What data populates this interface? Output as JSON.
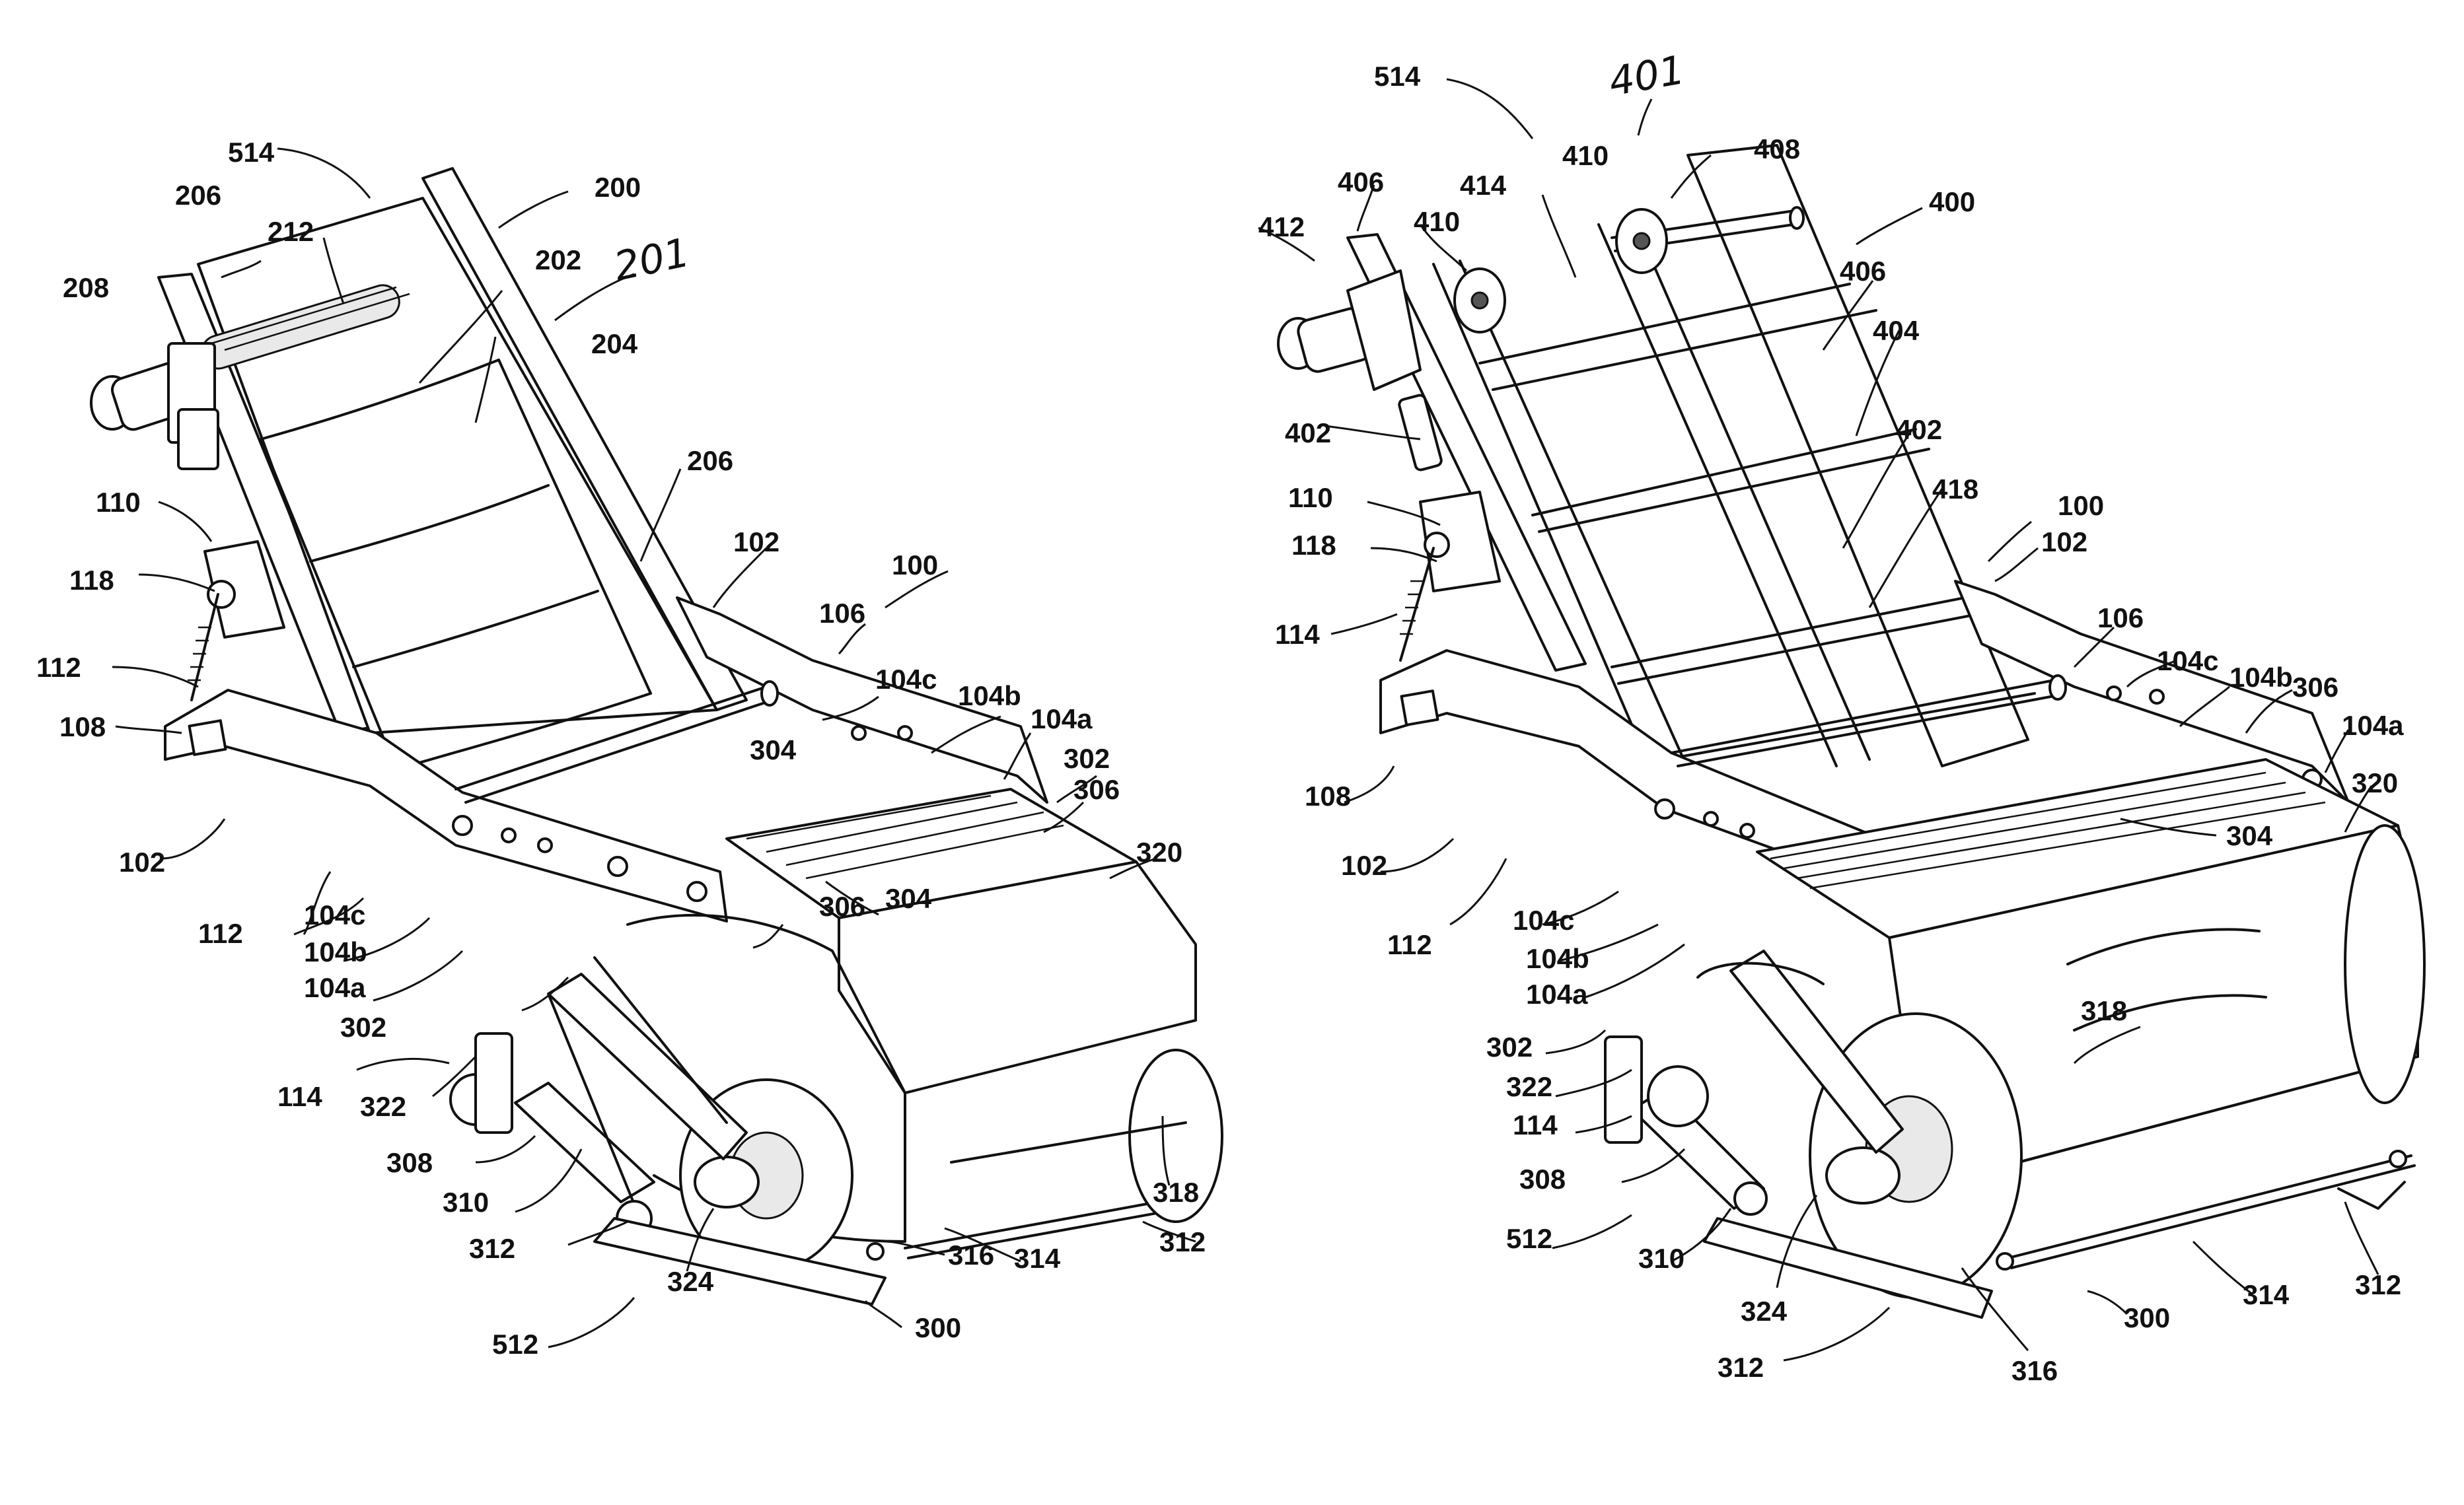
{
  "figure": {
    "left": {
      "labels": [
        "514",
        "206",
        "212",
        "208",
        "200",
        "202",
        "201",
        "204",
        "206",
        "110",
        "118",
        "112",
        "108",
        "102",
        "102",
        "106",
        "100",
        "104c",
        "104b",
        "104a",
        "304",
        "302",
        "306",
        "320",
        "304",
        "306",
        "112",
        "104c",
        "104b",
        "104a",
        "302",
        "114",
        "322",
        "308",
        "310",
        "312",
        "324",
        "316",
        "314",
        "318",
        "312",
        "512",
        "300"
      ]
    },
    "right": {
      "labels": [
        "514",
        "401",
        "410",
        "408",
        "406",
        "414",
        "410",
        "400",
        "412",
        "406",
        "404",
        "402",
        "402",
        "418",
        "110",
        "100",
        "118",
        "102",
        "114",
        "106",
        "104c",
        "104b",
        "306",
        "104a",
        "108",
        "320",
        "304",
        "102",
        "112",
        "104c",
        "104b",
        "104a",
        "318",
        "302",
        "322",
        "114",
        "308",
        "512",
        "310",
        "324",
        "312",
        "316",
        "300",
        "314",
        "312"
      ]
    }
  }
}
